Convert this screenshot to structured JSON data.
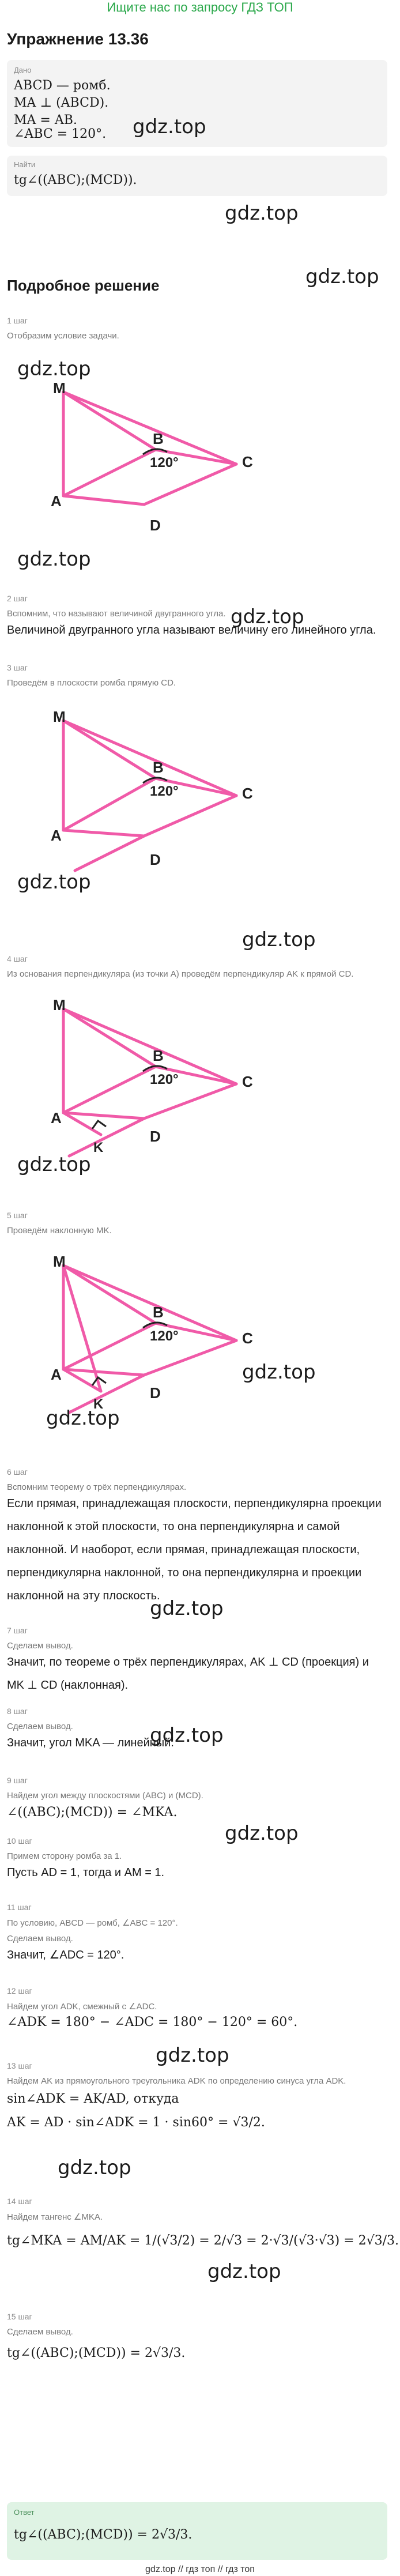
{
  "header": {
    "link": "Ищите нас по запросу ГДЗ ТОП"
  },
  "title": "Упражнение 13.36",
  "given": {
    "label": "Дано",
    "lines": [
      "ABCD — ромб.",
      "MA ⊥ (ABCD).",
      "MA = AB.",
      "∠ABC = 120°."
    ]
  },
  "find": {
    "label": "Найти",
    "line": "tg∠((ABC);(MCD))."
  },
  "section_title": "Подробное решение",
  "watermark": "gdz.top",
  "labels": {
    "M": "M",
    "A": "A",
    "B": "B",
    "C": "C",
    "D": "D",
    "K": "K",
    "angle": "120°"
  },
  "steps": [
    {
      "num": "1 шаг",
      "desc": "Отобразим условие задачи."
    },
    {
      "num": "2 шаг",
      "desc": "Вспомним, что называют величиной двугранного угла.",
      "text": "Величиной двугранного угла называют величину его линейного угла."
    },
    {
      "num": "3 шаг",
      "desc": "Проведём в плоскости ромба прямую CD."
    },
    {
      "num": "4 шаг",
      "desc": "Из основания перпендикуляра (из точки A) проведём перпендикуляр AK к прямой CD."
    },
    {
      "num": "5 шаг",
      "desc": "Проведём наклонную MK."
    },
    {
      "num": "6 шаг",
      "desc": "Вспомним теорему о трёх перпендикулярах.",
      "text": "Если прямая, принадлежащая плоскости, перпендикулярна проекции наклонной к этой плоскости, то она перпендикулярна и самой наклонной. И наоборот, если прямая, принадлежащая плоскости, перпендикулярна наклонной, то она перпендикулярна и проекции наклонной на эту плоскость."
    },
    {
      "num": "7 шаг",
      "desc": "Сделаем вывод.",
      "text": "Значит, по теореме о трёх перпендикулярах, AK ⊥ CD (проекция) и MK ⊥ CD (наклонная)."
    },
    {
      "num": "8 шаг",
      "desc": "Сделаем вывод.",
      "text": "Значит, угол MKA — линейный."
    },
    {
      "num": "9 шаг",
      "desc": "Найдем угол между плоскостями (ABC) и (MCD).",
      "formula": "∠((ABC);(MCD)) = ∠MKA."
    },
    {
      "num": "10 шаг",
      "desc": "Примем сторону ромба за 1.",
      "text": "Пусть AD = 1, тогда и AM = 1."
    },
    {
      "num": "11 шаг",
      "desc": "По условию, ABCD — ромб, ∠ABC = 120°.",
      "text2": "Сделаем вывод.",
      "text": "Значит, ∠ADC = 120°."
    },
    {
      "num": "12 шаг",
      "desc": "Найдем угол ADK, смежный с ∠ADC.",
      "formula": "∠ADK = 180° − ∠ADC = 180° − 120° = 60°."
    },
    {
      "num": "13 шаг",
      "desc": "Найдем AK из прямоугольного треугольника ADK по определению синуса угла ADK.",
      "formula": "sin∠ADK = AK/AD, откуда",
      "formula2": "AK = AD · sin∠ADK = 1 · sin60° = √3/2."
    },
    {
      "num": "14 шаг",
      "desc": "Найдем тангенс ∠MKA.",
      "formula": "tg∠MKA = AM/AK = 1/(√3/2) = 2/√3 = 2·√3/(√3·√3) = 2√3/3."
    },
    {
      "num": "15 шаг",
      "desc": "Сделаем вывод.",
      "formula": "tg∠((ABC);(MCD)) = 2√3/3."
    }
  ],
  "answer": {
    "label": "Ответ",
    "formula": "tg∠((ABC);(MCD)) = 2√3/3."
  },
  "footer": "gdz.top // гдз топ // гдз топ",
  "colors": {
    "figure": "#f05aa8",
    "link": "#2aa84a",
    "answer_bg": "#dff3e4"
  }
}
